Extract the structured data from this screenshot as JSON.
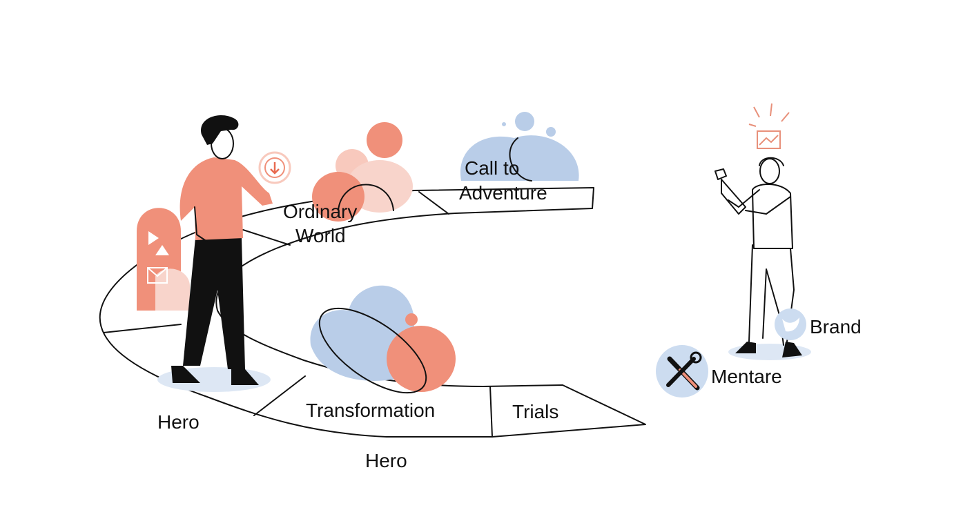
{
  "labels": {
    "call_to_line1": "Call to",
    "call_to_line2": "Adventure",
    "ordinary_line1": "Ordinary",
    "ordinary_line2": "World",
    "transformation": "Transformation",
    "trials": "Trials",
    "hero_left": "Hero",
    "hero_bottom": "Hero",
    "brand": "Brand",
    "mentor": "Mentare"
  },
  "colors": {
    "coral": "#F0907A",
    "light_coral": "#F8C9BD",
    "blue": "#B9CDE8",
    "ink": "#111111"
  }
}
